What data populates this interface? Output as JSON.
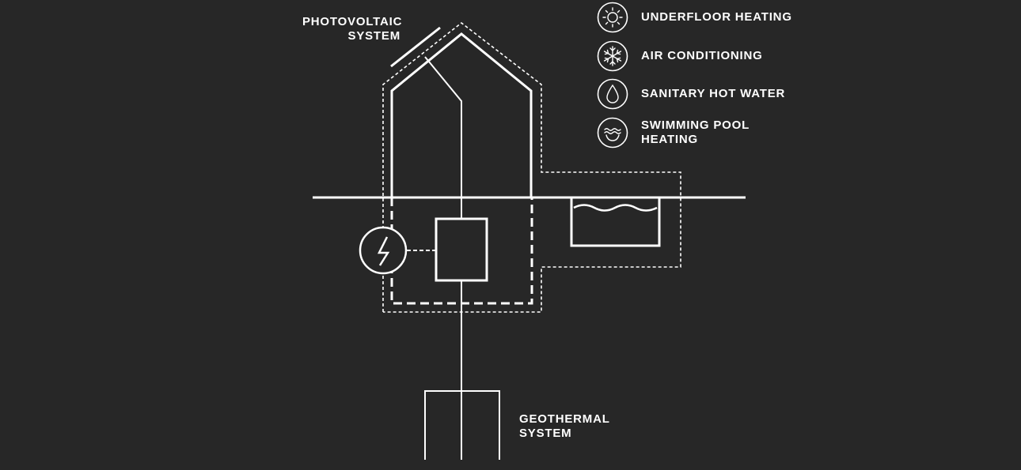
{
  "colors": {
    "background": "#272727",
    "stroke": "#ffffff"
  },
  "labels": {
    "photovoltaic": [
      "PHOTOVOLTAIC",
      "SYSTEM"
    ],
    "geothermal": [
      "GEOTHERMAL",
      "SYSTEM"
    ]
  },
  "legend": [
    {
      "icon": "sun-icon",
      "lines": [
        "UNDERFLOOR HEATING"
      ]
    },
    {
      "icon": "snowflake-icon",
      "lines": [
        "AIR CONDITIONING"
      ]
    },
    {
      "icon": "water-drop-icon",
      "lines": [
        "SANITARY HOT WATER"
      ]
    },
    {
      "icon": "waves-icon",
      "lines": [
        "SWIMMING POOL",
        "HEATING"
      ]
    }
  ]
}
